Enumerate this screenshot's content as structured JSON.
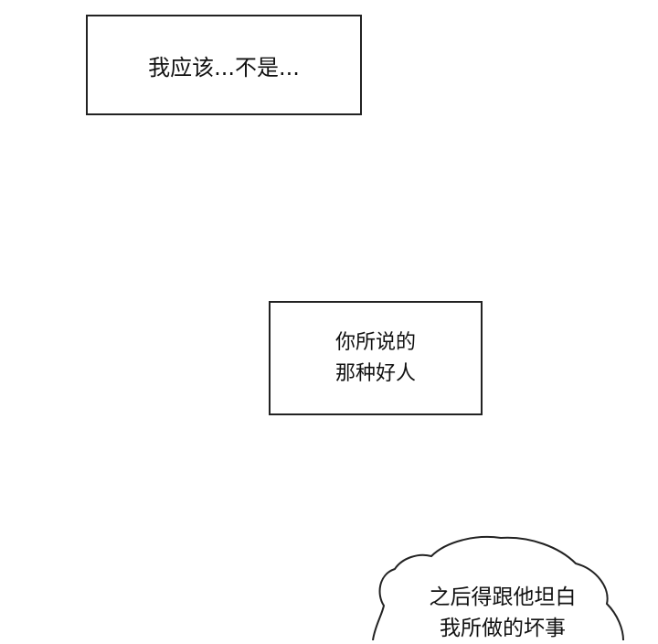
{
  "panels": [
    {
      "lines": [
        "我应该...不是..."
      ]
    },
    {
      "lines": [
        "你所说的",
        "那种好人"
      ]
    },
    {
      "lines": [
        "之后得跟他坦白",
        "我所做的坏事"
      ]
    }
  ]
}
